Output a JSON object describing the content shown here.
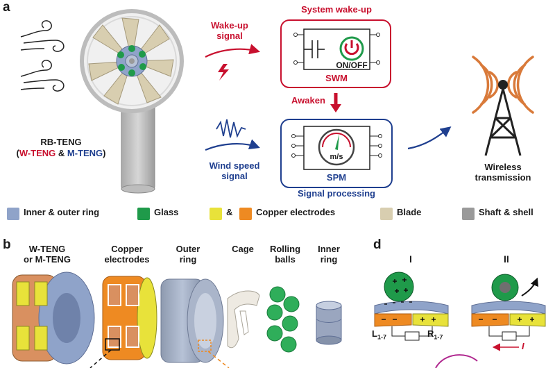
{
  "panels": {
    "a": "a",
    "b": "b",
    "d": "d"
  },
  "device": {
    "name": "RB-TENG",
    "paren_open": "(",
    "w_teng": "W-TENG",
    "amp": " & ",
    "m_teng": "M-TENG",
    "paren_close": ")"
  },
  "signals": {
    "wakeup_line1": "Wake-up",
    "wakeup_line2": "signal",
    "windspeed_line1": "Wind speed",
    "windspeed_line2": "signal",
    "awaken": "Awaken"
  },
  "swm": {
    "heading": "System wake-up",
    "switch_label": "ON/OFF",
    "short": "SWM"
  },
  "spm": {
    "gauge_unit": "m/s",
    "short": "SPM",
    "heading": "Signal processing"
  },
  "wireless": {
    "line1": "Wireless",
    "line2": "transmission"
  },
  "legend": {
    "items": [
      {
        "label": "Inner & outer ring",
        "color": "#8fa3c9"
      },
      {
        "label": "Glass",
        "color": "#1f9a4a"
      },
      {
        "label": "&",
        "color": "#e8e23a"
      },
      {
        "label": "Copper electrodes",
        "color": "#ee8a22"
      },
      {
        "label": "Blade",
        "color": "#d8ceb0"
      },
      {
        "label": "Shaft & shell",
        "color": "#9a9a9a"
      }
    ]
  },
  "parts": {
    "wteng_line1": "W-TENG",
    "wteng_line2": "or M-TENG",
    "copper_line1": "Copper",
    "copper_line2": "electrodes",
    "outer_line1": "Outer",
    "outer_line2": "ring",
    "cage": "Cage",
    "rolling_line1": "Rolling",
    "rolling_line2": "balls",
    "inner_line1": "Inner",
    "inner_line2": "ring"
  },
  "panel_d": {
    "state1": "I",
    "state2": "II",
    "left_electrode": "L",
    "left_sub": "1-7",
    "right_electrode": "R",
    "right_sub": "1-7",
    "current": "I"
  },
  "colors": {
    "red": "#c8102e",
    "navy": "#1f3f8f",
    "green": "#1f9a4a",
    "yellow": "#e8e23a",
    "orange": "#ee8a22",
    "ring": "#8fa3c9",
    "blade": "#d8ceb0",
    "shell": "#9a9a9a",
    "antenna": "#d97a3a"
  }
}
